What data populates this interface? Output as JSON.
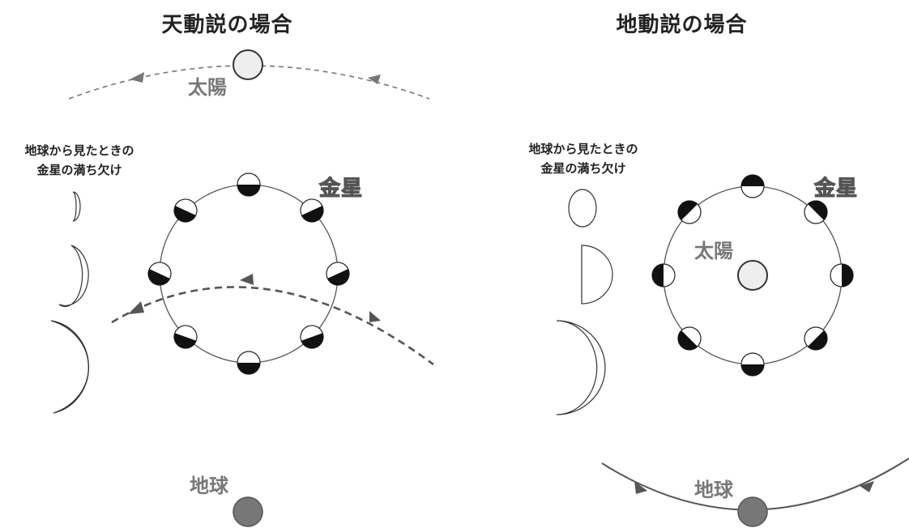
{
  "panels": {
    "left": {
      "title": "天動説の場合",
      "caption_line1": "地球から見たときの",
      "caption_line2": "金星の満ち欠け",
      "sun_label": "太陽",
      "venus_label": "金星",
      "earth_label": "地球"
    },
    "right": {
      "title": "地動説の場合",
      "caption_line1": "地球から見たときの",
      "caption_line2": "金星の満ち欠け",
      "sun_label": "太陽",
      "venus_label": "金星",
      "earth_label": "地球"
    }
  },
  "colors": {
    "line": "#555555",
    "sun_fill": "#eeeeee",
    "earth_fill": "#777777",
    "shadow": "#111111"
  }
}
